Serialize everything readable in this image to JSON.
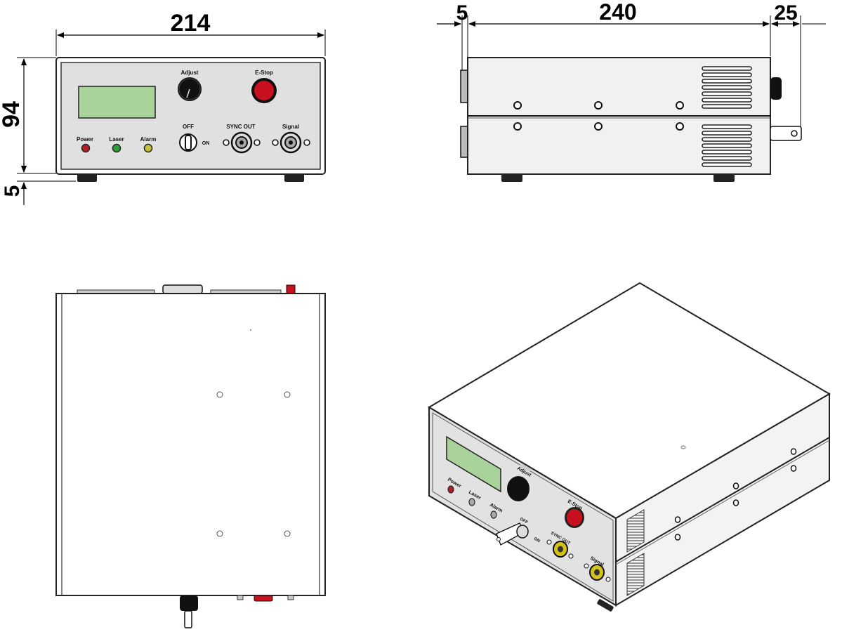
{
  "dimensions": {
    "width": "214",
    "height": "94",
    "feet": "5",
    "rear_protrusion": "5",
    "depth": "240",
    "front_protrusion": "25"
  },
  "front_panel": {
    "adjust": "Adjust",
    "estop": "E-Stop",
    "off": "OFF",
    "on": "ON",
    "sync_out": "SYNC OUT",
    "signal": "Signal",
    "power": "Power",
    "laser": "Laser",
    "alarm": "Alarm"
  },
  "colors": {
    "panel": "#e0e0e0",
    "lcd": "#a9d39b",
    "estop": "#c8101e",
    "led_power": "#b0202a",
    "led_laser": "#2f9e3a",
    "led_alarm": "#c9c23a",
    "bnc_gold": "#d4c21a"
  }
}
